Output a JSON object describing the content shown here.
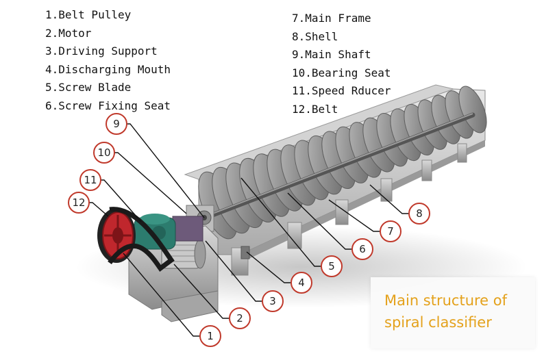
{
  "legend_left": [
    "1.Belt Pulley",
    "2.Motor",
    "3.Driving Support",
    "4.Discharging Mouth",
    "5.Screw Blade",
    "6.Screw Fixing Seat"
  ],
  "legend_right": [
    "7.Main Frame",
    "8.Shell",
    "9.Main Shaft",
    "10.Bearing Seat",
    "11.Speed Rducer",
    "12.Belt"
  ],
  "caption": {
    "line1": "Main structure of",
    "line2": "spiral classifier"
  },
  "callouts": [
    "1",
    "2",
    "3",
    "4",
    "5",
    "6",
    "7",
    "8",
    "9",
    "10",
    "11",
    "12"
  ],
  "colors": {
    "callout_ring": "#c0392b",
    "caption_text": "#e4a11b",
    "pulley_red": "#c0272d",
    "reducer_green": "#2c7c6e",
    "motor_purple": "#6d5a7a",
    "blade_gray": "#8a8a8a"
  }
}
